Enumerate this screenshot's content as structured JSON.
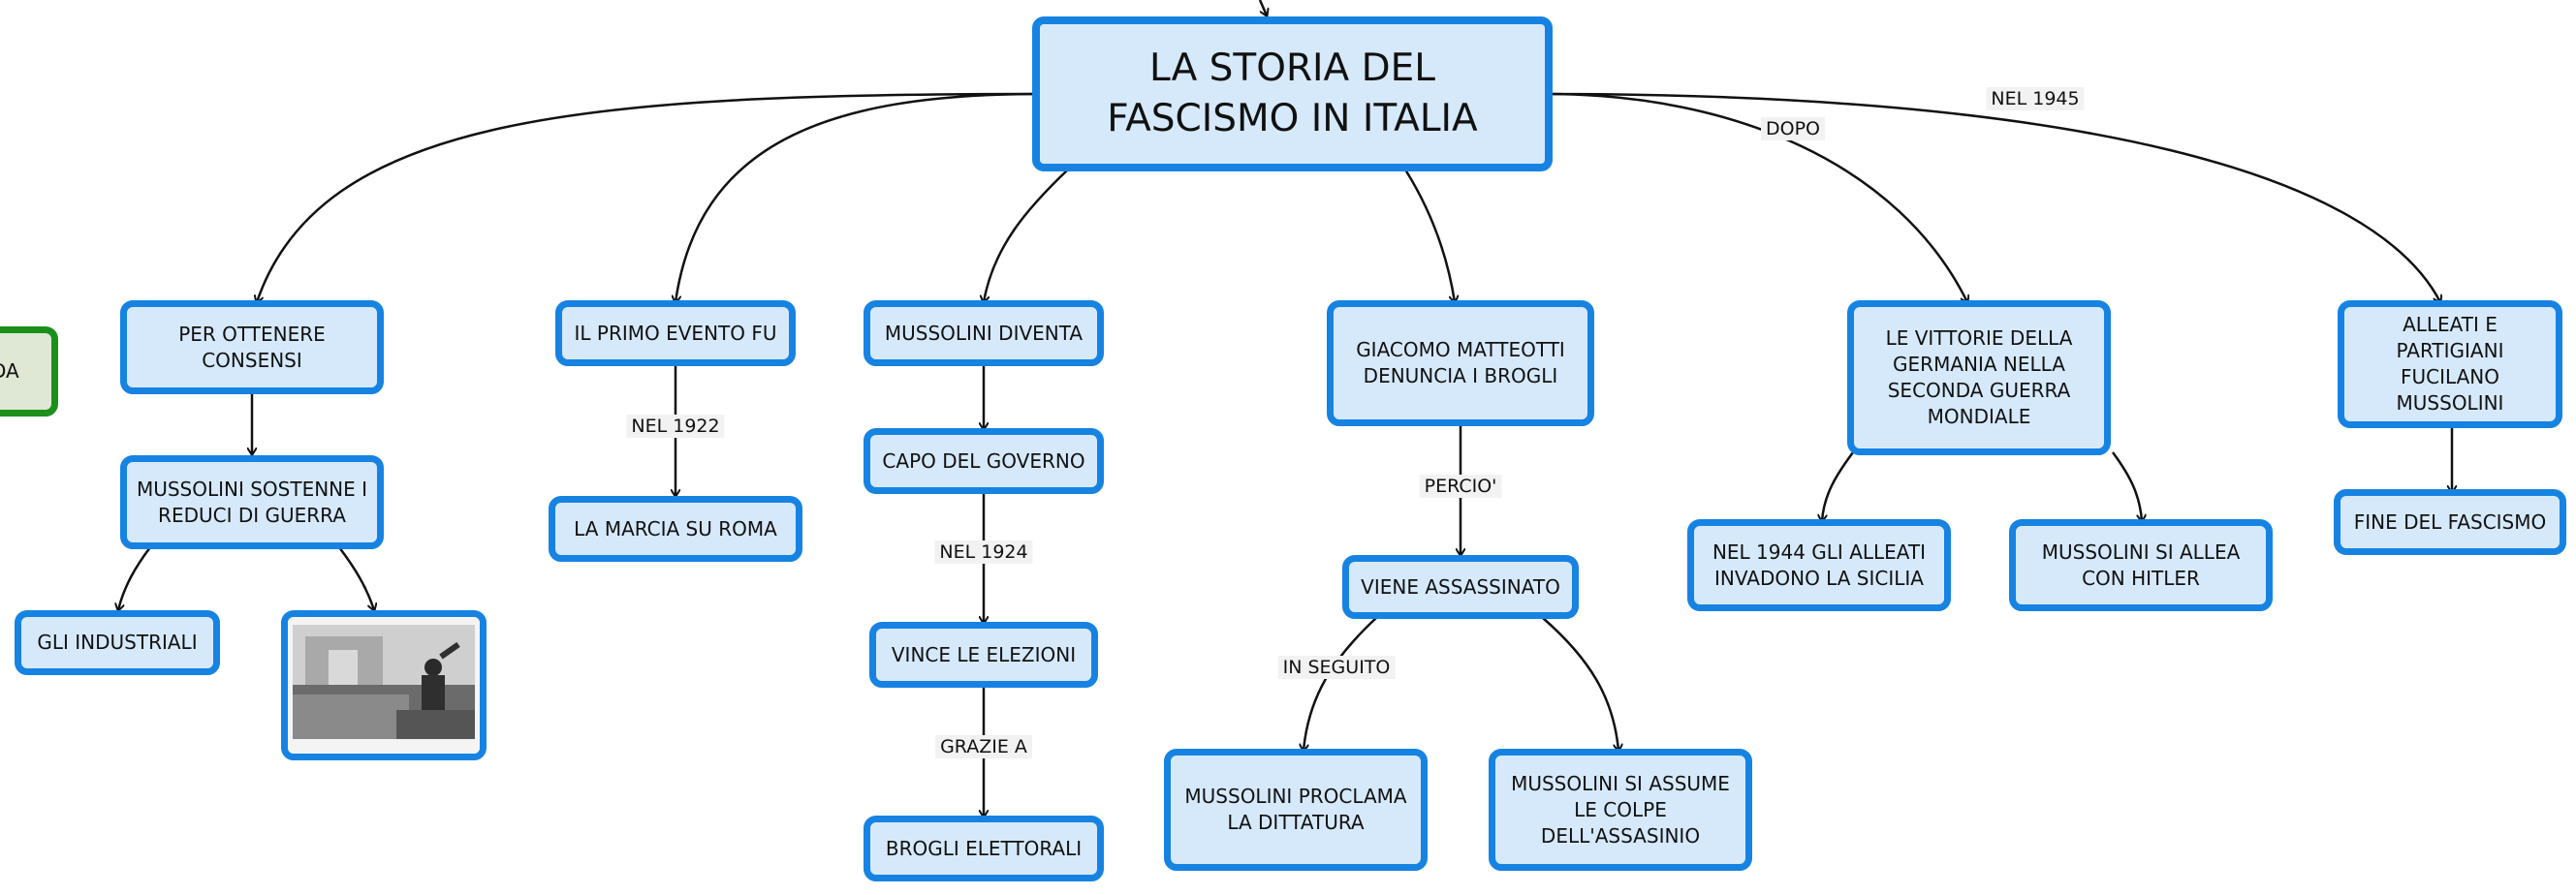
{
  "colors": {
    "node_fill": "#d6e9fb",
    "node_border": "#1683e2",
    "green_border": "#1b8f1b",
    "edge": "#111111"
  },
  "nodes": {
    "title": "LA STORIA DEL FASCISMO IN ITALIA",
    "partial_left": "DA",
    "consensi": "PER OTTENERE CONSENSI",
    "reduci": "MUSSOLINI SOSTENNE I REDUCI DI GUERRA",
    "industriali": "GLI INDUSTRIALI",
    "primo_evento": "IL PRIMO EVENTO FU",
    "marcia": "LA MARCIA SU ROMA",
    "diventa": "MUSSOLINI DIVENTA",
    "capo": "CAPO DEL GOVERNO",
    "elezioni": "VINCE LE ELEZIONI",
    "brogli_elettorali": "BROGLI ELETTORALI",
    "matteotti": "GIACOMO MATTEOTTI DENUNCIA I BROGLI",
    "assassinato": "VIENE ASSASSINATO",
    "dittatura": "MUSSOLINI PROCLAMA LA DITTATURA",
    "colpe": "MUSSOLINI SI ASSUME LE COLPE DELL'ASSASINIO",
    "vittorie": "LE VITTORIE DELLA GERMANIA NELLA SECONDA GUERRA MONDIALE",
    "sicilia": "NEL 1944 GLI ALLEATI INVADONO LA SICILIA",
    "hitler": "MUSSOLINI SI ALLEA CON HITLER",
    "partigiani": "ALLEATI E PARTIGIANI FUCILANO MUSSOLINI",
    "fine": "FINE DEL FASCISMO"
  },
  "edge_labels": {
    "nel1922": "NEL 1922",
    "nel1924": "NEL 1924",
    "grazie": "GRAZIE A",
    "percio": "PERCIO'",
    "in_seguito": "IN SEGUITO",
    "dopo": "DOPO",
    "nel1945": "NEL 1945"
  },
  "image": {
    "icon": "photo-icon"
  }
}
